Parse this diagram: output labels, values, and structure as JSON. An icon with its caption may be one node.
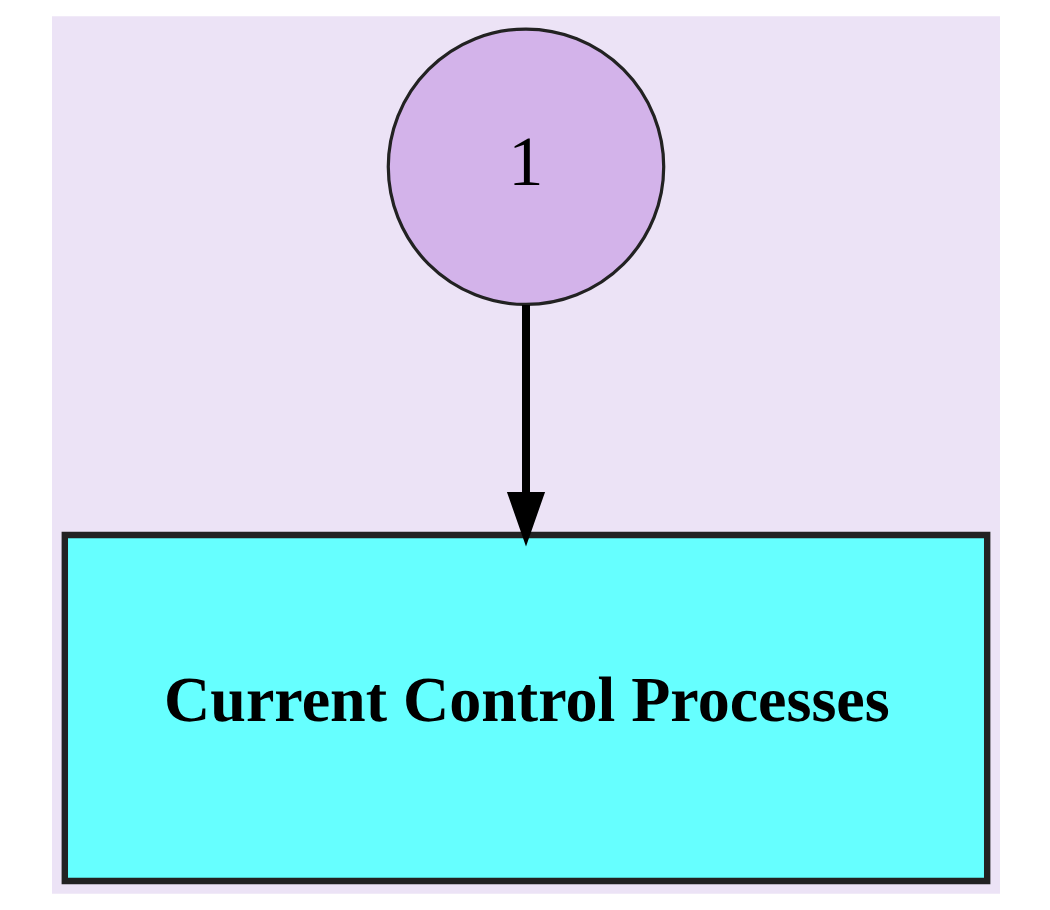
{
  "diagram": {
    "nodes": [
      {
        "text": [
          "1"
        ]
      },
      {
        "text": [
          "Current Control Processes"
        ]
      }
    ],
    "edges": [
      {
        "from": 0,
        "to": 1,
        "arrow": "to"
      }
    ]
  }
}
